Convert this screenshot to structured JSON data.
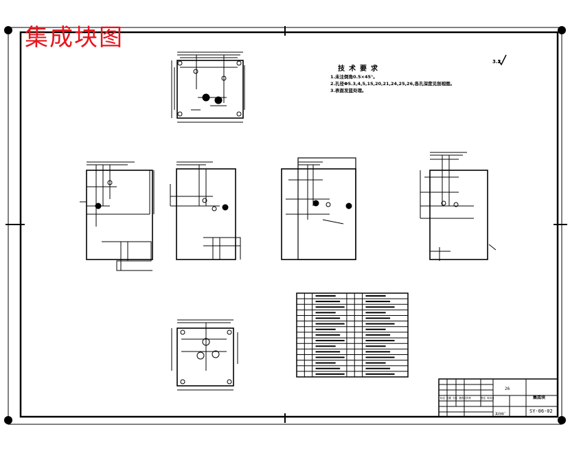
{
  "header": {
    "title": "集成块图"
  },
  "notes": {
    "heading": "技术要求",
    "lines": [
      "1.未注倒角0.5×45°。",
      "2.孔径Φ5.3,4,5,15,20,21,24,25,26,各孔深度见剖视图。",
      "3.表面发蓝处理。"
    ],
    "roughness": "3.2"
  },
  "title_block": {
    "scale_number": "26",
    "part_name": "集成块",
    "drawing_number": "SY-06-02",
    "row_labels": [
      "标记 处数 分区 更改文件号",
      "签名 年月日"
    ],
    "org_label": "某机械厂"
  },
  "hole_table": {
    "rows": 15,
    "cols": 6
  },
  "colors": {
    "line": "#000000",
    "title": "#e8141c",
    "paper": "#ffffff"
  }
}
